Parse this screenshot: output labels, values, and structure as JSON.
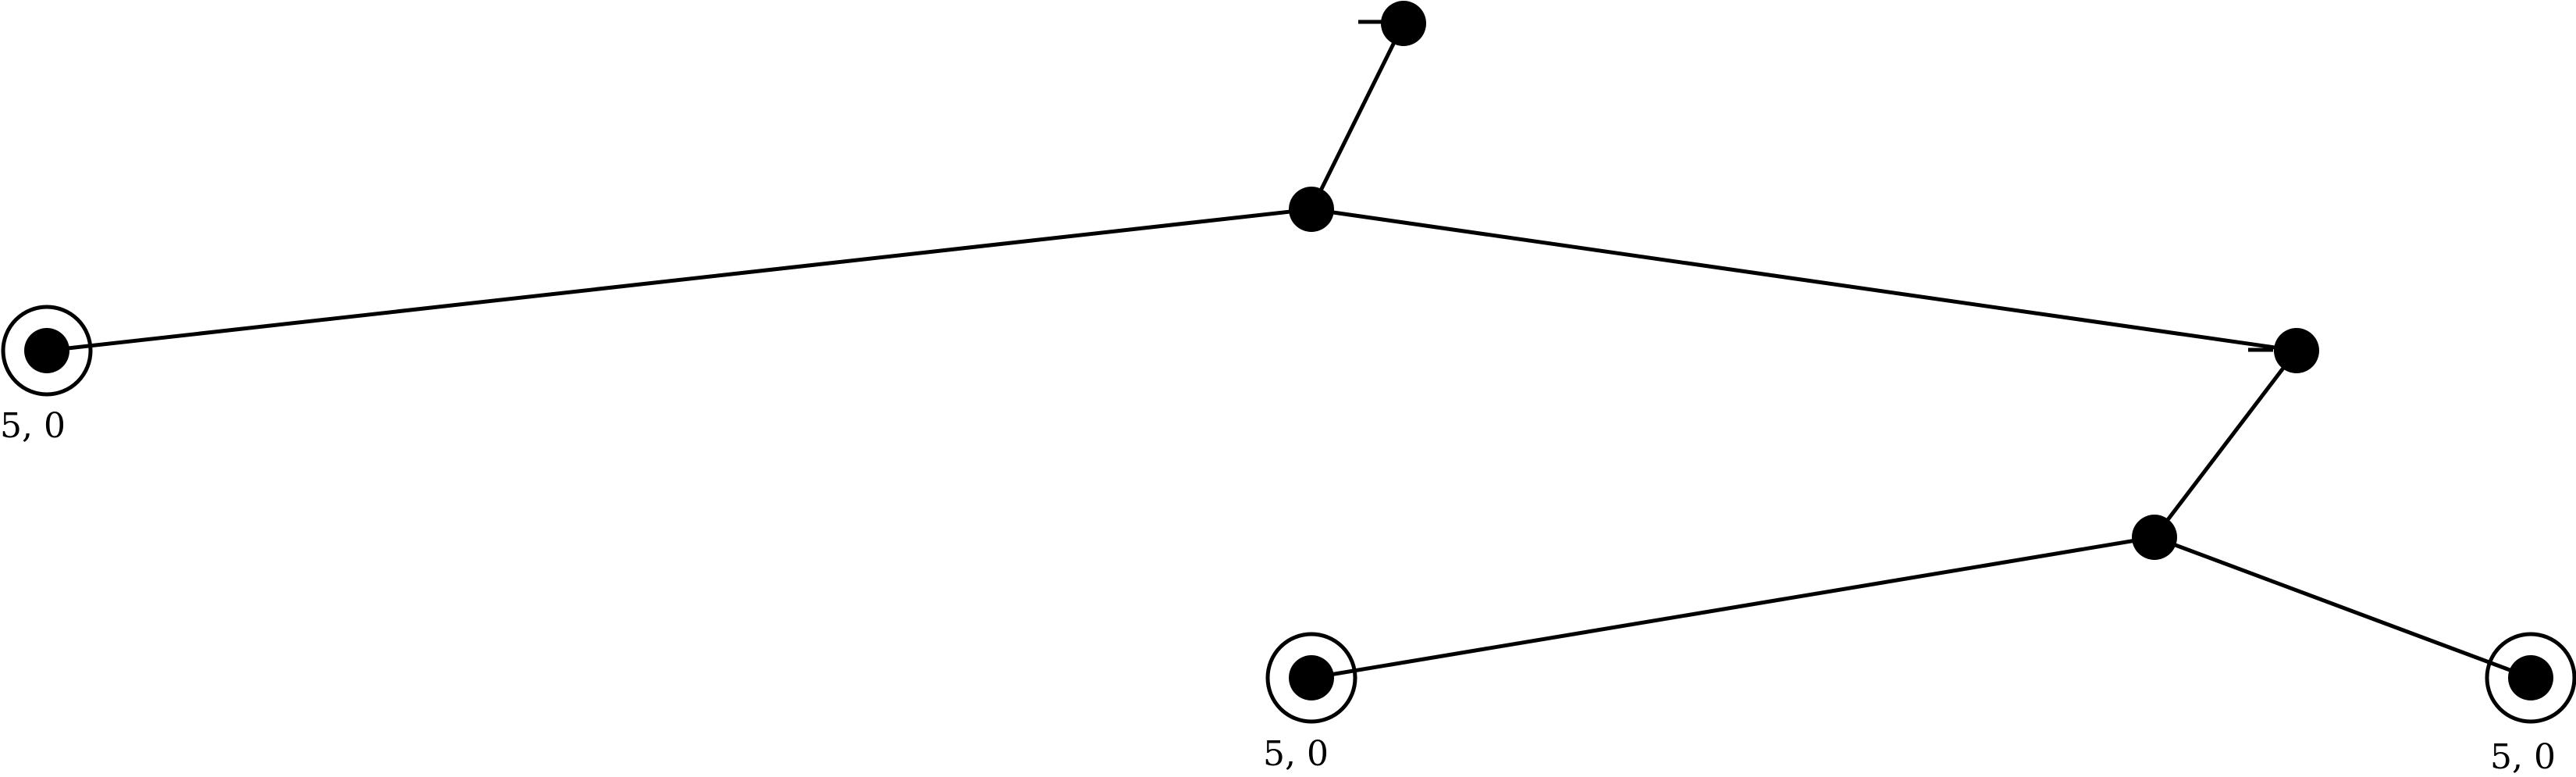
{
  "tree": {
    "root": {
      "label": ""
    },
    "chance_node": {
      "label": ""
    },
    "left_leaf": {
      "label": "",
      "payoff": "5, 0"
    },
    "right_info_node": {
      "label": ""
    },
    "lower_decision_node": {
      "label": ""
    },
    "bottom_left_leaf": {
      "label": "",
      "payoff": "5, 0"
    },
    "bottom_right_leaf": {
      "label": "",
      "payoff": "5, 0"
    }
  }
}
